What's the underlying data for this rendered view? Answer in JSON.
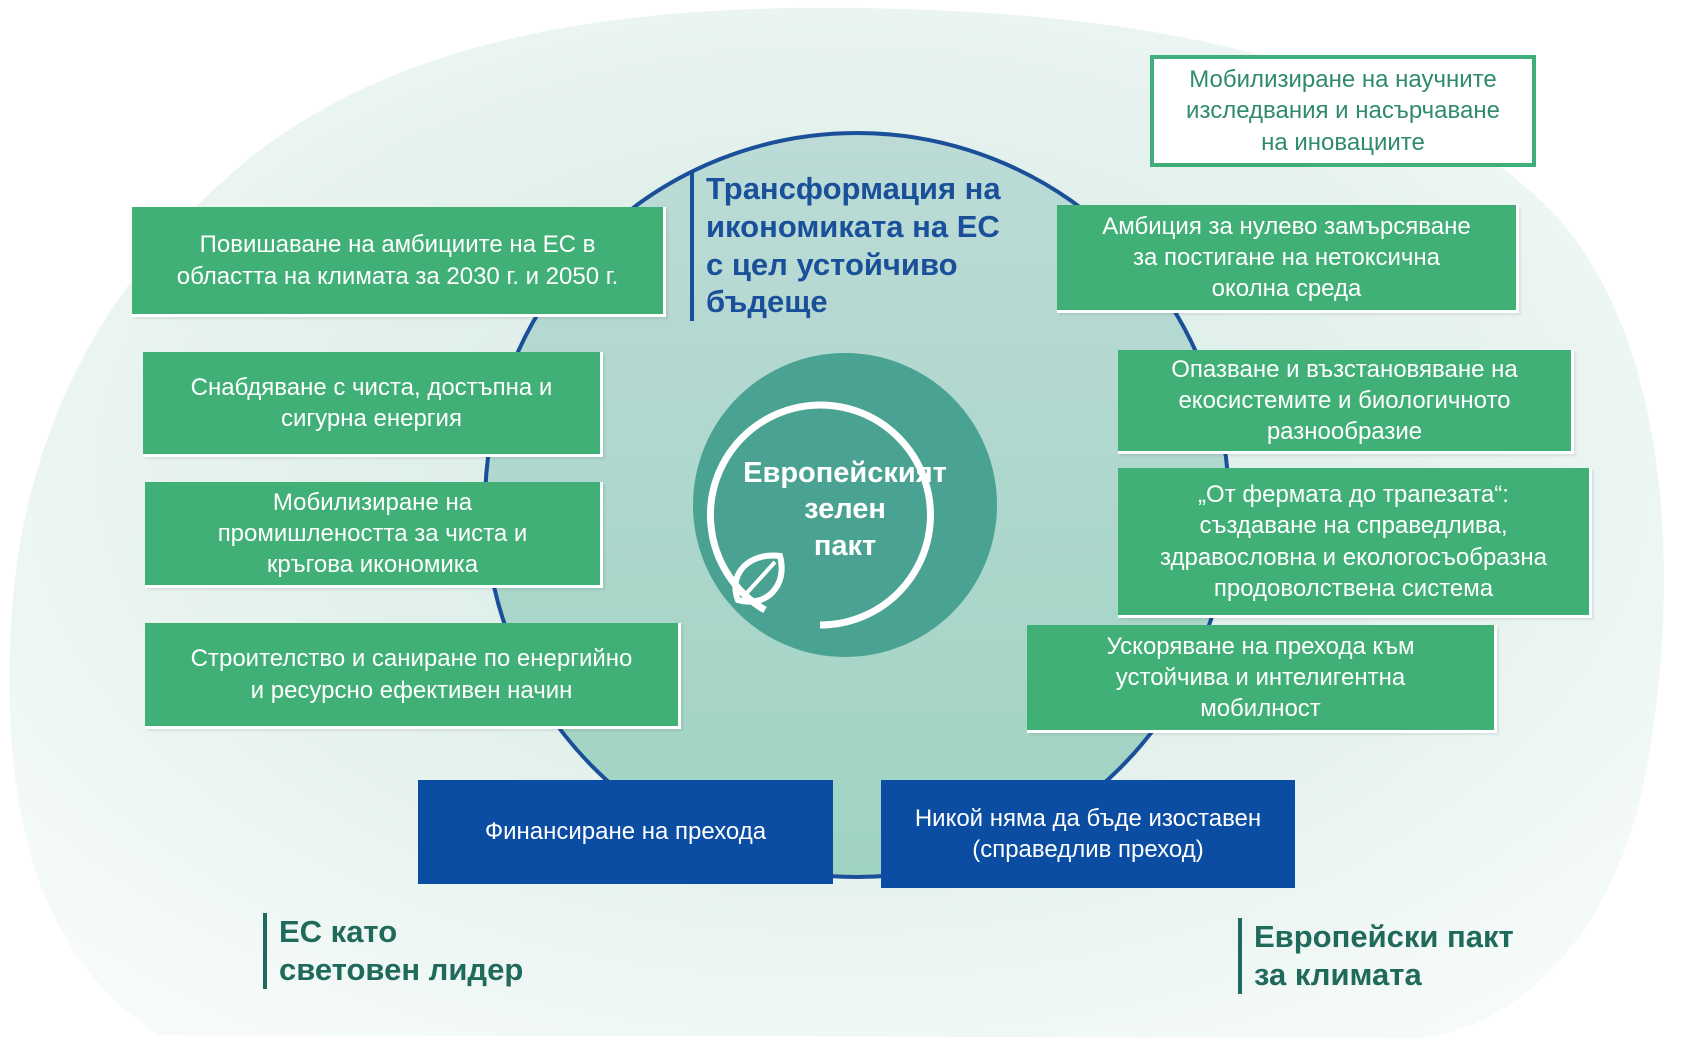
{
  "center": {
    "label_line1": "Европейският",
    "label_line2": "зелен",
    "label_line3": "пакт"
  },
  "top_heading": {
    "line1": "Трансформация на",
    "line2": "икономиката на ЕС",
    "line3": "с цел устойчиво",
    "line4": "бъдеще"
  },
  "top_right_outline": {
    "line1": "Мобилизиране на научните",
    "line2": "изследвания и насърчаване",
    "line3": "на иновациите"
  },
  "left_boxes": [
    {
      "line1": "Повишаване на амбициите на ЕС в",
      "line2": "областта на климата за 2030 г. и 2050 г."
    },
    {
      "line1": "Снабдяване с чиста, достъпна и",
      "line2": "сигурна енергия"
    },
    {
      "line1": "Мобилизиране на",
      "line2": "промишлеността за чиста и",
      "line3": "кръгова икономика"
    },
    {
      "line1": "Строителство и саниране по енергийно",
      "line2": "и ресурсно ефективен начин"
    }
  ],
  "right_boxes": [
    {
      "line1": "Амбиция за нулево замърсяване",
      "line2": "за постигане на нетоксична",
      "line3": "околна среда"
    },
    {
      "line1": "Опазване и възстановяване на",
      "line2": "екосистемите и биологичното",
      "line3": "разнообразие"
    },
    {
      "line1": "„От фермата до трапезата“:",
      "line2": "създаване на справедлива,",
      "line3": "здравословна и екологосъобразна",
      "line4": "продоволствена система"
    },
    {
      "line1": "Ускоряване на прехода към",
      "line2": "устойчива и интелигентна",
      "line3": "мобилност"
    }
  ],
  "bottom_boxes": [
    {
      "line1": "Финансиране на прехода"
    },
    {
      "line1": "Никой няма да бъде изоставен",
      "line2": "(справедлив преход)"
    }
  ],
  "bottom_left_heading": {
    "line1": "ЕС като",
    "line2": "световен лидер"
  },
  "bottom_right_heading": {
    "line1": "Европейски пакт",
    "line2": "за климата"
  },
  "colors": {
    "green_box": "#41b077",
    "blue_box": "#0a4da3",
    "heading_blue": "#1a4f99",
    "heading_green": "#206a5c",
    "center_circle": "#4aa392"
  }
}
